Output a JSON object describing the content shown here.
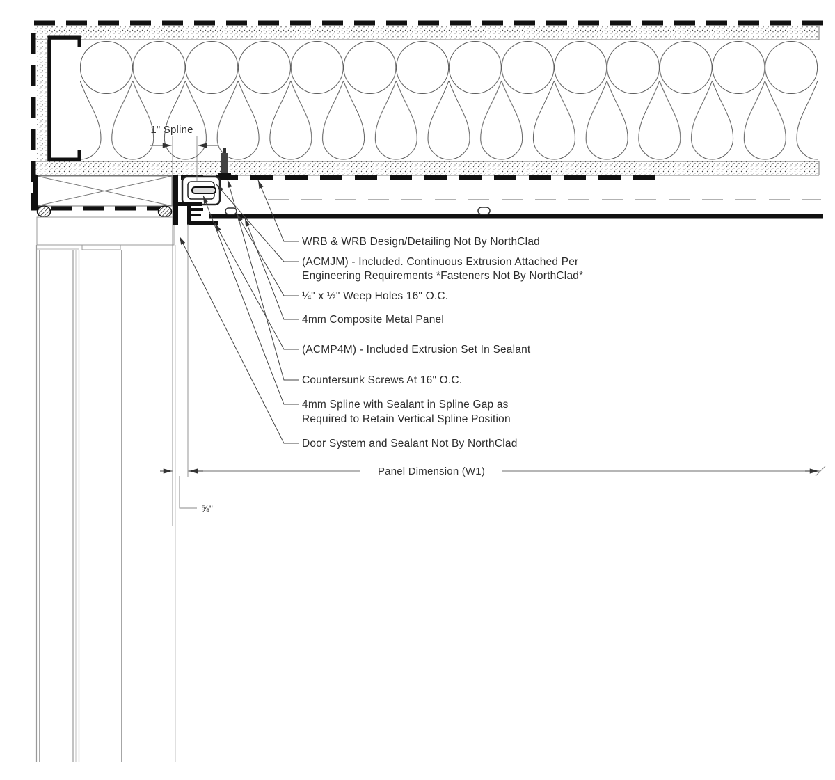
{
  "drawing": {
    "type": "construction-detail-section",
    "dimensions": {
      "spline": "1\" Spline",
      "panel": "Panel Dimension (W1)",
      "offset": "⅝\""
    },
    "callouts": [
      {
        "id": "wrb",
        "lines": [
          "WRB & WRB Design/Detailing Not By NorthClad"
        ]
      },
      {
        "id": "acmjm",
        "lines": [
          "(ACMJM) - Included. Continuous Extrusion Attached Per",
          "Engineering Requirements *Fasteners Not By NorthClad*"
        ]
      },
      {
        "id": "weep",
        "lines": [
          "¼\" x ½\" Weep Holes 16\" O.C."
        ]
      },
      {
        "id": "panel",
        "lines": [
          "4mm Composite Metal Panel"
        ]
      },
      {
        "id": "acmp4m",
        "lines": [
          "(ACMP4M) - Included Extrusion Set In Sealant"
        ]
      },
      {
        "id": "screws",
        "lines": [
          "Countersunk Screws At 16\" O.C."
        ]
      },
      {
        "id": "spline",
        "lines": [
          "4mm Spline with Sealant in Spline Gap as",
          "Required to Retain Vertical Spline Position"
        ]
      },
      {
        "id": "door",
        "lines": [
          "Door System and Sealant Not By NorthClad"
        ]
      }
    ],
    "colors": {
      "heavy_line": "#111111",
      "medium_line": "#555555",
      "light_line": "#888888",
      "text": "#2b2b2b"
    }
  }
}
